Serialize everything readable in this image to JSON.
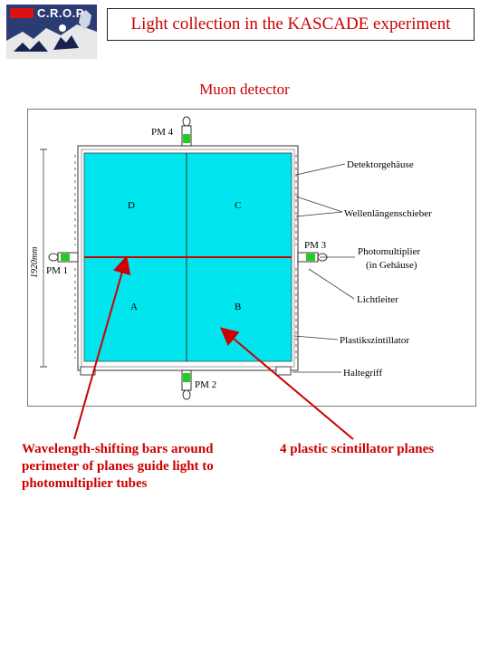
{
  "header": {
    "logo_text": "C.R.O.P",
    "title": "Light collection in the KASCADE experiment"
  },
  "subtitle": "Muon detector",
  "figure": {
    "pm_labels": [
      "PM 4",
      "PM 3",
      "PM 1",
      "PM 2"
    ],
    "quadrants": [
      "D",
      "C",
      "A",
      "B"
    ],
    "dimension_label": "1920mm",
    "callouts": [
      "Detektorgehäuse",
      "Wellenlängenschieber",
      "Photomultiplier",
      "(in Gehäuse)",
      "Lichtleiter",
      "Plastikszintillator",
      "Haltegriff"
    ],
    "colors": {
      "scintillator": "#00e5ee",
      "pmt": "#22cc22",
      "arrow": "#cc0000"
    }
  },
  "captions": {
    "left": "Wavelength-shifting bars around perimeter of planes guide light to photomultiplier tubes",
    "right": "4 plastic scintillator planes"
  }
}
